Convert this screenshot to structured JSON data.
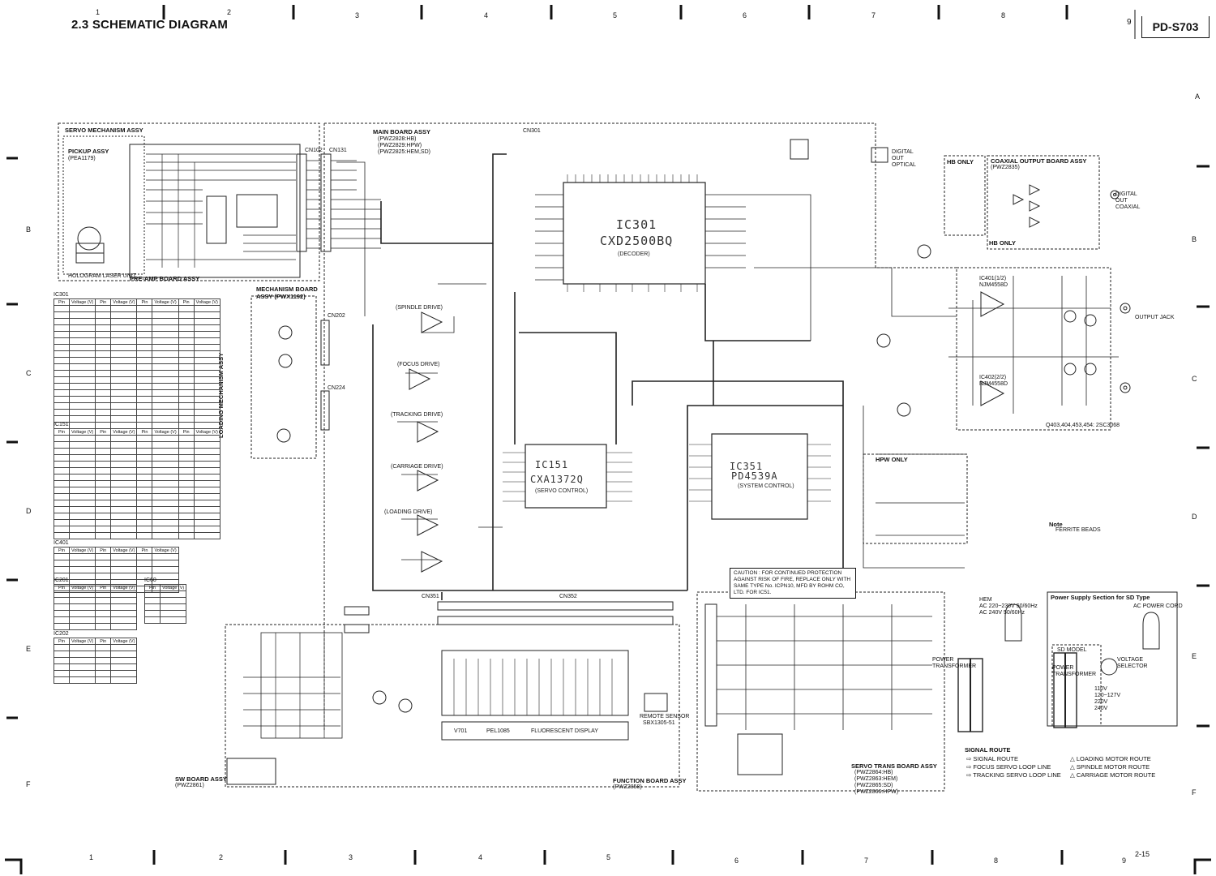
{
  "header": {
    "section_title": "2.3  SCHEMATIC DIAGRAM",
    "model": "PD-S703",
    "page_number": "2-15"
  },
  "grid": {
    "columns": [
      "1",
      "2",
      "3",
      "4",
      "5",
      "6",
      "7",
      "8",
      "9"
    ],
    "rows": [
      "A",
      "B",
      "C",
      "D",
      "E",
      "F"
    ]
  },
  "assemblies": {
    "servo_mech": "SERVO MECHANISM ASSY",
    "pickup": "PICKUP ASSY",
    "pickup_part": "(PEA1179)",
    "preamp": "PRE-AMP BOARD ASSY",
    "hologram": "HOLOGRAM LASER UNIT",
    "mechanism": "MECHANISM BOARD ASSY (PWX1192)",
    "loading_mech": "LOADING MECHANISM ASSY",
    "main_board": "MAIN BOARD ASSY",
    "main_board_parts": [
      "(PWZ2828:HB)",
      "(PWZ2829:HPW)",
      "(PWZ2825:HEM,SD)"
    ],
    "hb_only": "HB ONLY",
    "coaxial": "COAXIAL OUTPUT BOARD ASSY",
    "coaxial_part": "(PWZ2835)",
    "hpw_only": "HPW ONLY",
    "sw_board": "SW BOARD ASSY",
    "sw_board_part": "(PWZ2861)",
    "function_board": "FUNCTION BOARD ASSY",
    "function_board_part": "(PWZ2858)",
    "servo_trans": "SERVO TRANS BOARD ASSY",
    "servo_trans_parts": [
      "(PWZ2864:HB)",
      "(PWZ2863:HEM)",
      "(PWZ2865:SD)",
      "(PWZ2866:HPW)"
    ],
    "power_sd": "Power Supply Section for SD Type",
    "sd_model": "SD MODEL"
  },
  "ics": {
    "ic301": {
      "name": "IC301",
      "part": "CXD2500BQ",
      "role": "(DECODER)"
    },
    "ic151": {
      "name": "IC151",
      "part": "CXA1372Q",
      "role": "(SERVO CONTROL)"
    },
    "ic351": {
      "name": "IC351",
      "part": "PD4539A",
      "role": "(SYSTEM CONTROL)"
    },
    "ic401": {
      "name": "IC401(1/2)",
      "part": "NJM4558D"
    },
    "ic402": {
      "name": "IC402(2/2)",
      "part": "NJM4558D"
    }
  },
  "connectors": {
    "cn102": "CN102",
    "cn131": "CN131",
    "cn202": "CN202",
    "cn224": "CN224",
    "cn351": "CN351",
    "cn352": "CN352",
    "cn301": "CN301",
    "jack_out": "OUTPUT JACK",
    "digital_optical": "DIGITAL OUT OPTICAL",
    "digital_coaxial": "DIGITAL OUT COAXIAL",
    "remote_sensor": "REMOTE SENSOR",
    "remote_sensor_part": "SBX1305-51",
    "fluorescent": "FLUORESCENT DISPLAY",
    "fl_tube": "V701",
    "fl_part": "PEL1085"
  },
  "drives": [
    "(SPINDLE DRIVE)",
    "(FOCUS DRIVE)",
    "(TRACKING DRIVE)",
    "(CARRIAGE DRIVE)",
    "(LOADING DRIVE)"
  ],
  "power": {
    "transformer": "POWER TRANSFORMER",
    "hem": "HEM",
    "ac_220_hb": "AC 220~230V 50/60Hz",
    "ac_hpw": "AC 240V 50/60Hz",
    "ac_cord": "AC POWER CORD",
    "voltage_selector": "VOLTAGE SELECTOR",
    "sd_voltages": [
      "110V",
      "120~127V",
      "220V",
      "240V"
    ]
  },
  "caution": "CAUTION : FOR CONTINUED PROTECTION AGAINST RISK OF FIRE, REPLACE ONLY WITH SAME TYPE No. ICPN10, MFD BY ROHM CO, LTD. FOR IC51.",
  "note": {
    "title": "Note",
    "ferrite": "FERRITE BEADS"
  },
  "signal_route": {
    "title": "SIGNAL ROUTE",
    "items": [
      "SIGNAL ROUTE",
      "FOCUS SERVO LOOP LINE",
      "TRACKING SERVO LOOP LINE",
      "LOADING MOTOR ROUTE",
      "SPINDLE MOTOR ROUTE",
      "CARRIAGE MOTOR ROUTE"
    ]
  },
  "transistor_note": "Q403,404,453,454: 2SC3068",
  "voltage_tables": [
    {
      "name": "IC301",
      "headers": [
        "Pin",
        "Voltage (V)",
        "Pin",
        "Voltage (V)",
        "Pin",
        "Voltage (V)",
        "Pin",
        "Voltage (V)"
      ],
      "rows": 20
    },
    {
      "name": "IC151",
      "headers": [
        "Pin",
        "Voltage (V)",
        "Pin",
        "Voltage (V)",
        "Pin",
        "Voltage (V)",
        "Pin",
        "Voltage (V)"
      ],
      "rows": 16
    },
    {
      "name": "IC401",
      "headers": [
        "Pin",
        "Voltage (V)",
        "Pin",
        "Voltage (V)",
        "Pin",
        "Voltage (V)"
      ],
      "rows": 6
    },
    {
      "name": "IC201",
      "headers": [
        "Pin",
        "Voltage (V)",
        "Pin",
        "Voltage (V)"
      ],
      "rows": 6
    },
    {
      "name": "IC60",
      "headers": [
        "Pin",
        "Voltage (V)"
      ],
      "rows": 5
    },
    {
      "name": "IC202",
      "headers": [
        "Pin",
        "Voltage (V)",
        "Pin",
        "Voltage (V)"
      ],
      "rows": 6
    }
  ]
}
